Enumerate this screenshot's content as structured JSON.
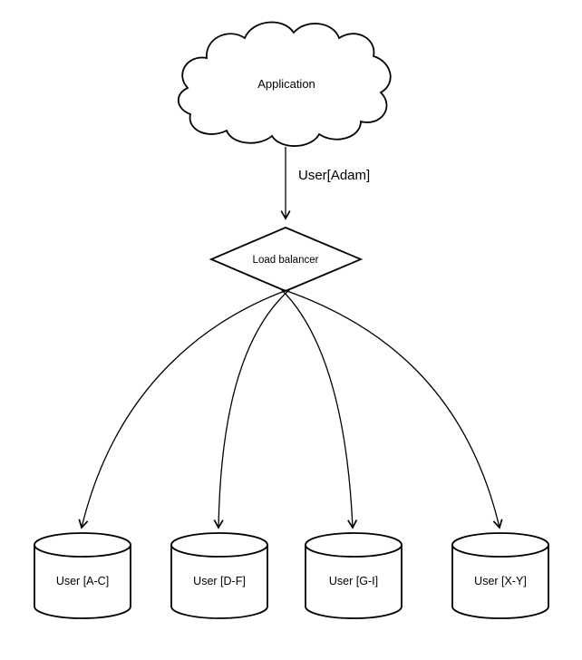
{
  "diagram": {
    "cloud": {
      "label": "Application"
    },
    "flow": {
      "label": "User[Adam]"
    },
    "balancer": {
      "label": "Load balancer"
    },
    "shards": [
      {
        "label": "User [A-C]"
      },
      {
        "label": "User [D-F]"
      },
      {
        "label": "User [G-I]"
      },
      {
        "label": "User [X-Y]"
      }
    ],
    "colors": {
      "stroke": "#000000",
      "shape_fill": "#ffffff",
      "background": "#ffffff"
    }
  }
}
